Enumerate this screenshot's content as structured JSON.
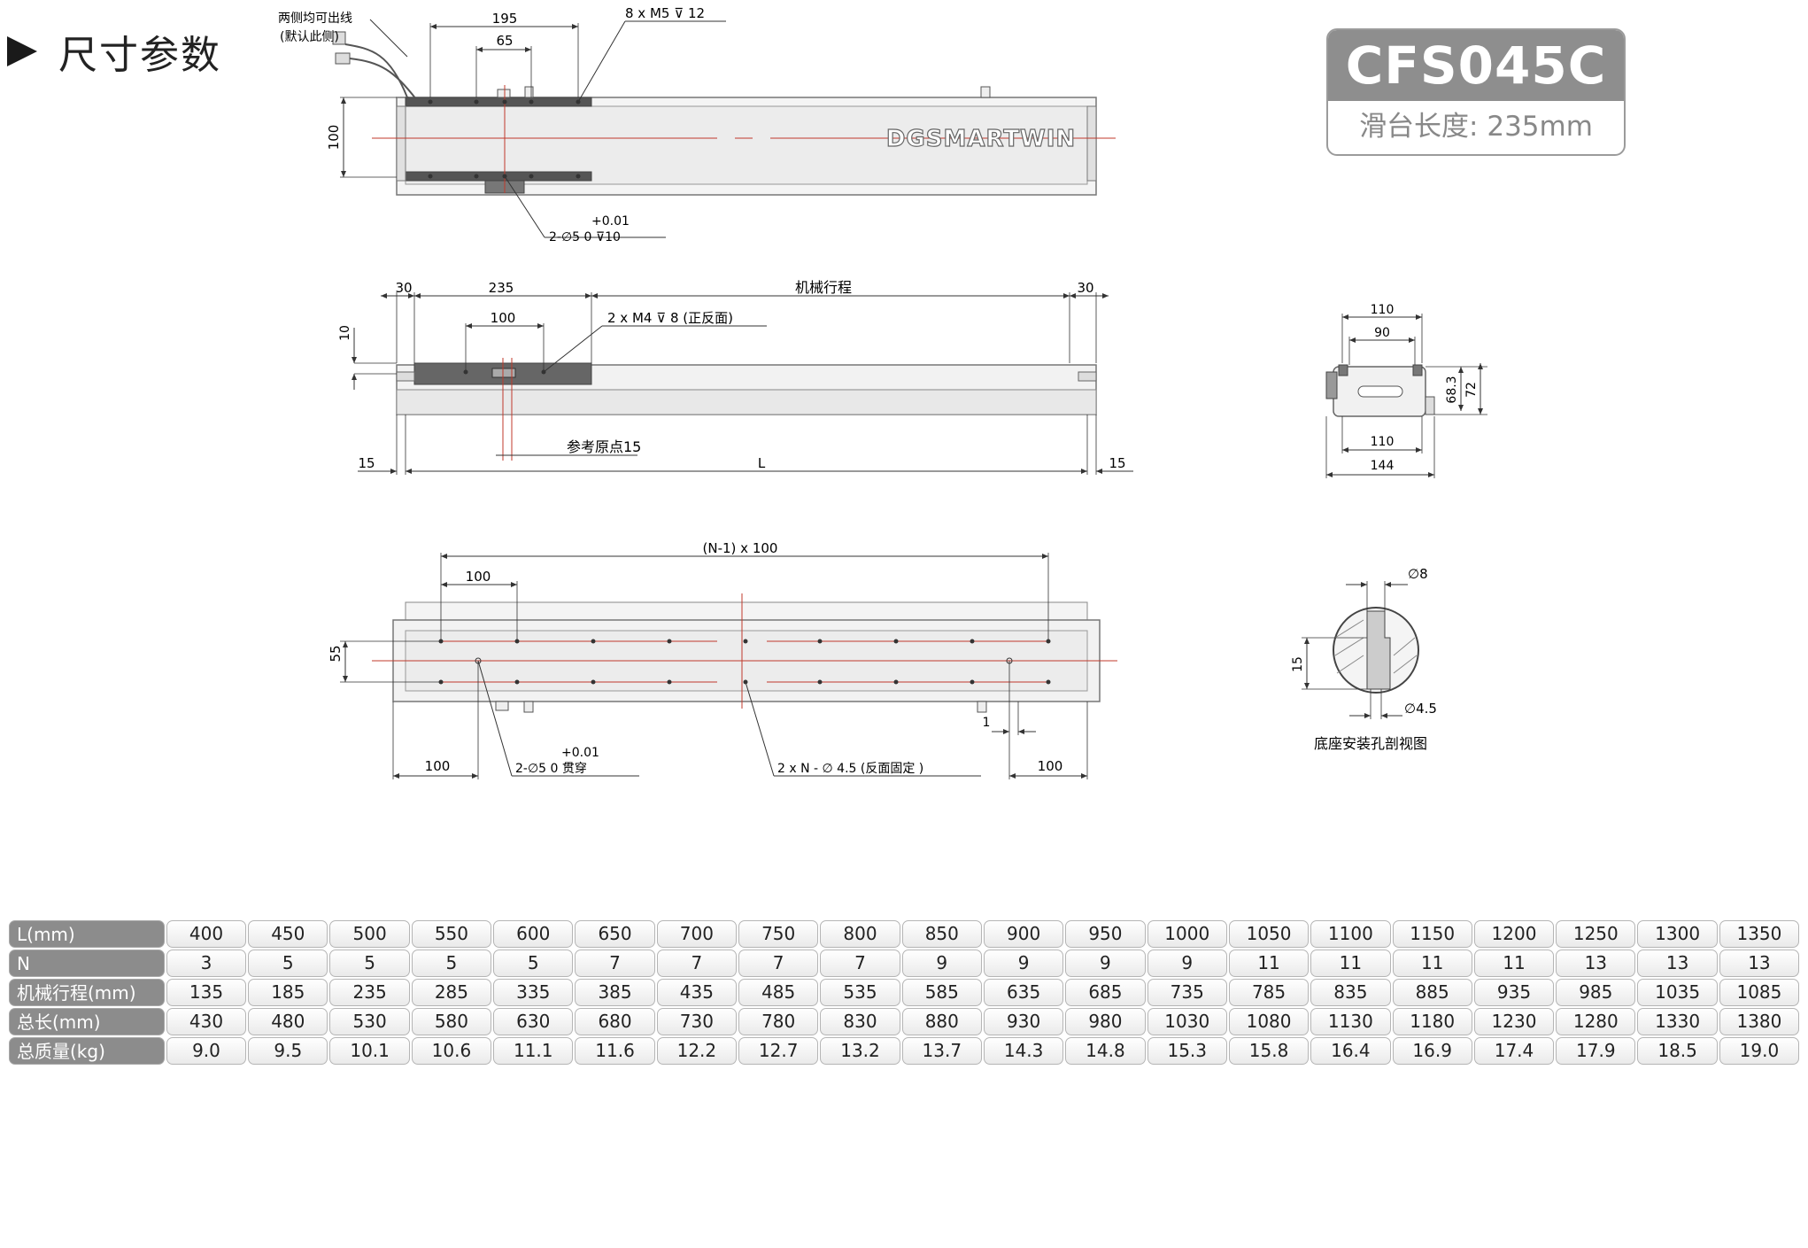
{
  "section": {
    "title": "尺寸参数",
    "bullet_icon": "triangle-arrow-icon"
  },
  "badge": {
    "model": "CFS045C",
    "subtitle": "滑台长度: 235mm",
    "header_color": "#8e8e8e"
  },
  "drawing": {
    "brand": "DGSMARTWIN",
    "notes": {
      "cable_line1": "两侧均可出线",
      "cable_line2": "(默认此侧)",
      "top_dim_195": "195",
      "top_dim_65": "65",
      "top_threads": "8 x M5 ⊽ 12",
      "top_height_100": "100",
      "pin_tol_upper": "+0.01",
      "pin_spec": "2-∅5   0    ⊽10",
      "side_dim_30_left": "30",
      "side_dim_235": "235",
      "side_travel": "机械行程",
      "side_dim_30_right": "30",
      "side_dim_100": "100",
      "side_threads": "2 x M4 ⊽ 8 (正反面)",
      "side_dim_10": "10",
      "side_origin": "参考原点15",
      "side_dim_15_left": "15",
      "side_dim_L": "L",
      "side_dim_15_right": "15",
      "bottom_pitch": "(N-1) x 100",
      "bottom_dim_100_top": "100",
      "bottom_dim_55": "55",
      "bottom_dim_1": "1",
      "bottom_dim_100_left": "100",
      "bottom_pin_tol": "+0.01",
      "bottom_pin_spec": "2-∅5   0     贯穿",
      "bottom_holes": "2 x N - ∅ 4.5 (反面固定 )",
      "bottom_dim_100_right": "100",
      "end_110_top": "110",
      "end_90": "90",
      "end_68_3": "68.3",
      "end_72": "72",
      "end_110_bottom": "110",
      "end_144": "144",
      "sect_d8": "∅8",
      "sect_15": "15",
      "sect_d4_5": "∅4.5",
      "sect_caption": "底座安装孔剖视图"
    }
  },
  "spec_table": {
    "rows": [
      {
        "label": "L(mm)",
        "values": [
          "400",
          "450",
          "500",
          "550",
          "600",
          "650",
          "700",
          "750",
          "800",
          "850",
          "900",
          "950",
          "1000",
          "1050",
          "1100",
          "1150",
          "1200",
          "1250",
          "1300",
          "1350"
        ]
      },
      {
        "label": "N",
        "values": [
          "3",
          "5",
          "5",
          "5",
          "5",
          "7",
          "7",
          "7",
          "7",
          "9",
          "9",
          "9",
          "9",
          "11",
          "11",
          "11",
          "11",
          "13",
          "13",
          "13"
        ]
      },
      {
        "label": "机械行程(mm)",
        "values": [
          "135",
          "185",
          "235",
          "285",
          "335",
          "385",
          "435",
          "485",
          "535",
          "585",
          "635",
          "685",
          "735",
          "785",
          "835",
          "885",
          "935",
          "985",
          "1035",
          "1085"
        ]
      },
      {
        "label": "总长(mm)",
        "values": [
          "430",
          "480",
          "530",
          "580",
          "630",
          "680",
          "730",
          "780",
          "830",
          "880",
          "930",
          "980",
          "1030",
          "1080",
          "1130",
          "1180",
          "1230",
          "1280",
          "1330",
          "1380"
        ]
      },
      {
        "label": "总质量(kg)",
        "values": [
          "9.0",
          "9.5",
          "10.1",
          "10.6",
          "11.1",
          "11.6",
          "12.2",
          "12.7",
          "13.2",
          "13.7",
          "14.3",
          "14.8",
          "15.3",
          "15.8",
          "16.4",
          "16.9",
          "17.4",
          "17.9",
          "18.5",
          "19.0"
        ]
      }
    ]
  }
}
